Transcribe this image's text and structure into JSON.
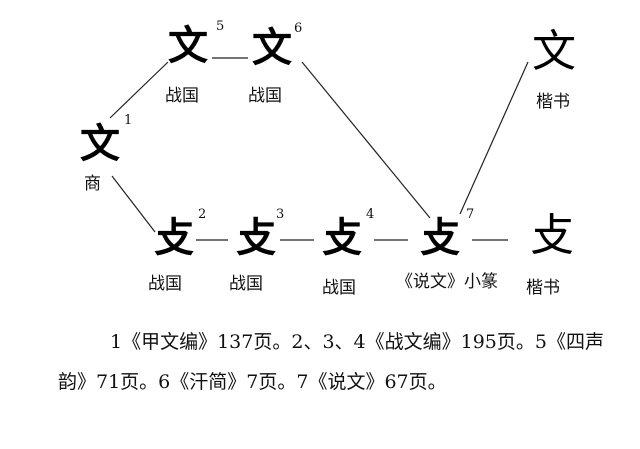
{
  "diagram": {
    "nodes": [
      {
        "id": "n1",
        "glyph": "文",
        "label": "商",
        "num": "1"
      },
      {
        "id": "n5",
        "glyph": "文",
        "label": "战国",
        "num": "5"
      },
      {
        "id": "n6",
        "glyph": "文",
        "label": "战国",
        "num": "6"
      },
      {
        "id": "n2",
        "glyph": "攴",
        "label": "战国",
        "num": "2"
      },
      {
        "id": "n3",
        "glyph": "攴",
        "label": "战国",
        "num": "3"
      },
      {
        "id": "n4",
        "glyph": "攴",
        "label": "战国",
        "num": "4"
      },
      {
        "id": "n7",
        "glyph": "攴",
        "label": "《说文》小篆",
        "num": "7"
      },
      {
        "id": "nk1",
        "glyph": "文",
        "label": "楷书",
        "num": ""
      },
      {
        "id": "nk2",
        "glyph": "攴",
        "label": "楷书",
        "num": ""
      }
    ],
    "edges": [
      [
        "n1",
        "n5"
      ],
      [
        "n5",
        "n6"
      ],
      [
        "n6",
        "n7"
      ],
      [
        "n1",
        "n2"
      ],
      [
        "n2",
        "n3"
      ],
      [
        "n3",
        "n4"
      ],
      [
        "n4",
        "n7"
      ],
      [
        "n7",
        "nk2"
      ],
      [
        "n7",
        "nk1"
      ]
    ]
  },
  "caption": "1《甲文编》137页。2、3、4《战文编》195页。5《四声韵》71页。6《汗简》7页。7《说文》67页。"
}
